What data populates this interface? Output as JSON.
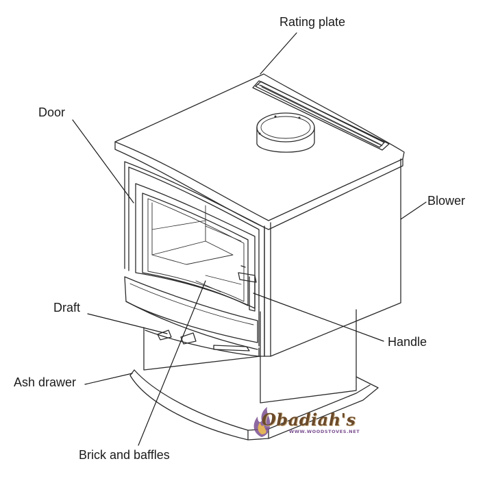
{
  "labels": {
    "rating_plate": "Rating plate",
    "door": "Door",
    "blower": "Blower",
    "draft": "Draft",
    "handle": "Handle",
    "ash_drawer": "Ash drawer",
    "brick_and_baffles": "Brick and baffles"
  },
  "logo": {
    "name": "Obadiah's",
    "url": "WWW.WOODSTOVES.NET",
    "colors": {
      "text": "#6b4a2a",
      "accent": "#7a4f8f"
    }
  },
  "colors": {
    "line": "#2a2a2a",
    "background": "#ffffff"
  }
}
